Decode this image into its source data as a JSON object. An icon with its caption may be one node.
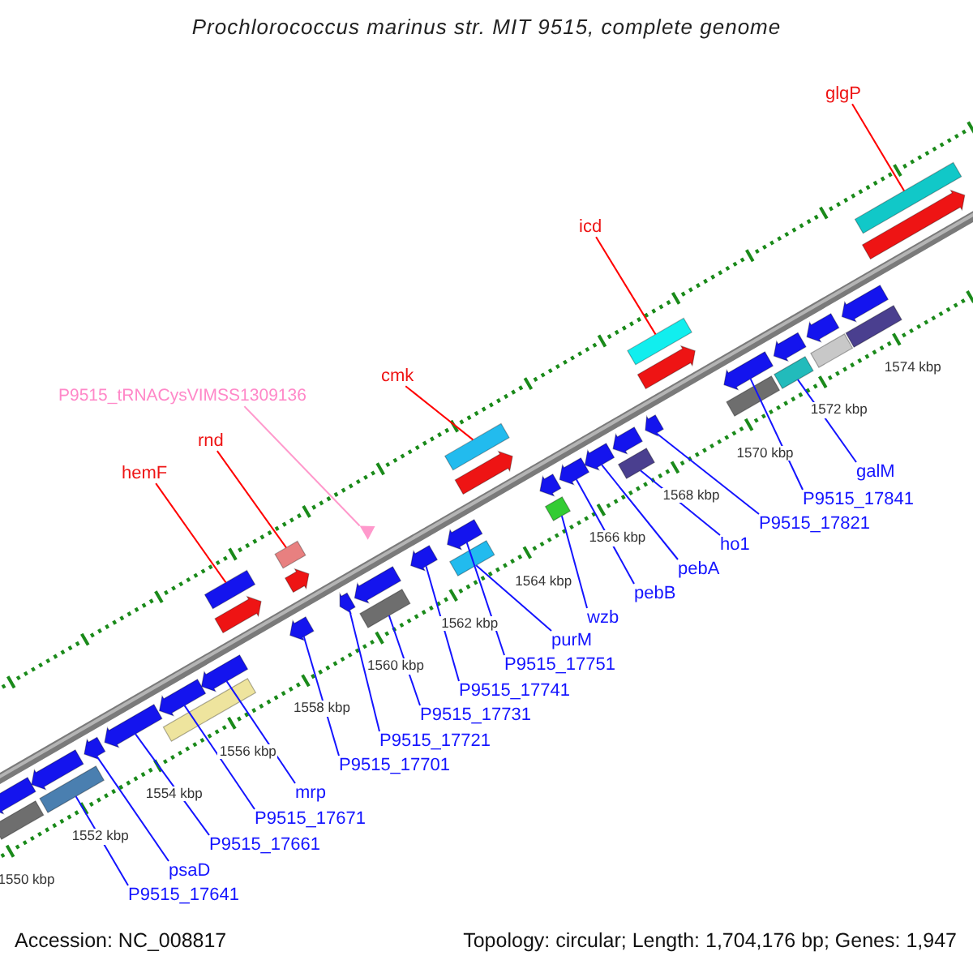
{
  "diagram": {
    "title": "Prochlorococcus marinus str. MIT 9515, complete genome",
    "nodes": [
      {
        "text": [
          "hemF"
        ]
      },
      {
        "text": [
          "rnd"
        ]
      },
      {
        "text": [
          "P9515_tRNACysVIMSS1309136"
        ]
      },
      {
        "text": [
          "cmk"
        ]
      },
      {
        "text": [
          "icd"
        ]
      },
      {
        "text": [
          "glgP"
        ]
      },
      {
        "text": [
          "P9515_17641"
        ]
      },
      {
        "text": [
          "psaD"
        ]
      },
      {
        "text": [
          "P9515_17661"
        ]
      },
      {
        "text": [
          "P9515_17671"
        ]
      },
      {
        "text": [
          "mrp"
        ]
      },
      {
        "text": [
          "P9515_17701"
        ]
      },
      {
        "text": [
          "P9515_17721"
        ]
      },
      {
        "text": [
          "P9515_17731"
        ]
      },
      {
        "text": [
          "P9515_17741"
        ]
      },
      {
        "text": [
          "P9515_17751"
        ]
      },
      {
        "text": [
          "purM"
        ]
      },
      {
        "text": [
          "wzb"
        ]
      },
      {
        "text": [
          "pebB"
        ]
      },
      {
        "text": [
          "pebA"
        ]
      },
      {
        "text": [
          "ho1"
        ]
      },
      {
        "text": [
          "P9515_17821"
        ]
      },
      {
        "text": [
          "P9515_17841"
        ]
      },
      {
        "text": [
          "galM"
        ]
      },
      {
        "text": [],
        "shape": "bar"
      },
      {
        "text": [],
        "shape": "bar"
      },
      {
        "text": [],
        "shape": "bar"
      },
      {
        "text": [],
        "shape": "bar"
      },
      {
        "text": [],
        "shape": "bar"
      },
      {
        "text": [],
        "shape": "bar"
      },
      {
        "text": [],
        "shape": "bar"
      },
      {
        "text": [],
        "shape": "bar"
      },
      {
        "text": [],
        "shape": "bar"
      },
      {
        "text": [],
        "shape": "bar"
      },
      {
        "text": [],
        "shape": "bar"
      },
      {
        "text": [],
        "shape": "bar"
      },
      {
        "text": [],
        "shape": "bar"
      },
      {
        "text": [],
        "shape": "bar"
      },
      {
        "text": [],
        "shape": "bar"
      },
      {
        "text": [],
        "shape": "bar"
      },
      {
        "text": [],
        "shape": "bar"
      },
      {
        "text": [],
        "shape": "triangle"
      },
      {
        "text": [],
        "shape": "bar"
      },
      {
        "text": [],
        "shape": "bar"
      },
      {
        "text": [],
        "shape": "bar"
      },
      {
        "text": [],
        "shape": "bar"
      },
      {
        "text": [],
        "shape": "bar"
      },
      {
        "text": [],
        "shape": "bar"
      },
      {
        "text": [],
        "shape": "bar"
      },
      {
        "text": [],
        "shape": "bar"
      },
      {
        "text": [],
        "shape": "bar"
      },
      {
        "text": [],
        "shape": "bar"
      },
      {
        "text": [],
        "shape": "bar"
      },
      {
        "text": [],
        "shape": "bar"
      },
      {
        "text": [],
        "shape": "bar"
      },
      {
        "text": [],
        "shape": "bar"
      },
      {
        "text": [],
        "shape": "bar"
      },
      {
        "text": [],
        "shape": "bar"
      },
      {
        "text": [],
        "shape": "bar"
      },
      {
        "text": [],
        "shape": "bar"
      },
      {
        "text": [],
        "shape": "bar"
      },
      {
        "text": [],
        "shape": "bar"
      },
      {
        "text": [],
        "shape": "bar"
      },
      {
        "text": [],
        "shape": "bar"
      },
      {
        "text": [],
        "shape": "bar"
      },
      {
        "text": [],
        "shape": "bar"
      }
    ],
    "edges": [
      {
        "from": 0,
        "to": 33,
        "arrow": "none",
        "color": "#ff0000"
      },
      {
        "from": 1,
        "to": 36,
        "arrow": "none",
        "color": "#ff0000"
      },
      {
        "from": 2,
        "to": 41,
        "arrow": "none",
        "color": "#ff99cc"
      },
      {
        "from": 3,
        "to": 46,
        "arrow": "none",
        "color": "#ff0000"
      },
      {
        "from": 4,
        "to": 55,
        "arrow": "none",
        "color": "#ff0000"
      },
      {
        "from": 5,
        "to": 65,
        "arrow": "none",
        "color": "#ff0000"
      },
      {
        "from": 6,
        "to": 27,
        "arrow": "none"
      },
      {
        "from": 7,
        "to": 28,
        "arrow": "none"
      },
      {
        "from": 8,
        "to": 29,
        "arrow": "none"
      },
      {
        "from": 9,
        "to": 30,
        "arrow": "none"
      },
      {
        "from": 10,
        "to": 32,
        "arrow": "none"
      },
      {
        "from": 11,
        "to": 35,
        "arrow": "none"
      },
      {
        "from": 12,
        "to": 38,
        "arrow": "none"
      },
      {
        "from": 13,
        "to": 39,
        "arrow": "none"
      },
      {
        "from": 14,
        "to": 42,
        "arrow": "none"
      },
      {
        "from": 15,
        "to": 44,
        "arrow": "none"
      },
      {
        "from": 16,
        "to": 43,
        "arrow": "none"
      },
      {
        "from": 17,
        "to": 47,
        "arrow": "none"
      },
      {
        "from": 18,
        "to": 49,
        "arrow": "none"
      },
      {
        "from": 19,
        "to": 50,
        "arrow": "none"
      },
      {
        "from": 20,
        "to": 51,
        "arrow": "none"
      },
      {
        "from": 21,
        "to": 53,
        "arrow": "none"
      },
      {
        "from": 22,
        "to": 57,
        "arrow": "none"
      },
      {
        "from": 23,
        "to": 58,
        "arrow": "none"
      }
    ],
    "labels": [
      "1550 kbp",
      "1552 kbp",
      "1554 kbp",
      "1556 kbp",
      "1558 kbp",
      "1560 kbp",
      "1562 kbp",
      "1564 kbp",
      "1566 kbp",
      "1568 kbp",
      "1570 kbp",
      "1572 kbp",
      "1574 kbp",
      "Accession: NC_008817",
      "Topology: circular; Length: 1,704,176 bp; Genes: 1,947"
    ]
  }
}
